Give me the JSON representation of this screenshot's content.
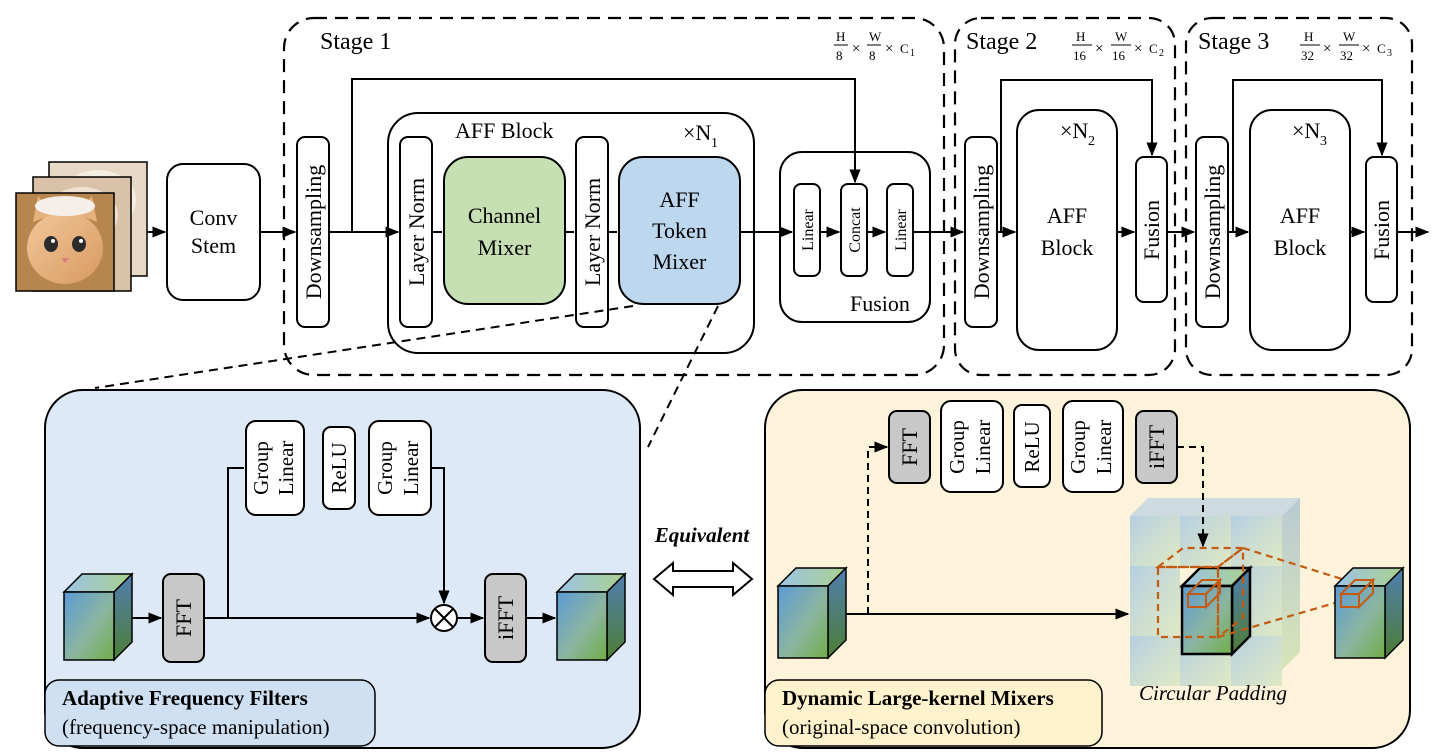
{
  "stage1": {
    "title": "Stage 1",
    "dim": {
      "h": "H",
      "hd": "8",
      "w": "W",
      "wd": "8",
      "c": "C",
      "cs": "1"
    }
  },
  "stage2": {
    "title": "Stage 2",
    "dim": {
      "h": "H",
      "hd": "16",
      "w": "W",
      "wd": "16",
      "c": "C",
      "cs": "2"
    }
  },
  "stage3": {
    "title": "Stage 3",
    "dim": {
      "h": "H",
      "hd": "32",
      "w": "W",
      "wd": "32",
      "c": "C",
      "cs": "3"
    }
  },
  "conv_stem": {
    "line1": "Conv",
    "line2": "Stem"
  },
  "downsampling": "Downsampling",
  "aff_block": {
    "title": "AFF Block",
    "repeat": "×N",
    "repeat_sub": "1",
    "layer_norm": "Layer Norm",
    "channel_mixer": {
      "line1": "Channel",
      "line2": "Mixer"
    },
    "token_mixer": {
      "line1": "AFF",
      "line2": "Token",
      "line3": "Mixer"
    }
  },
  "fusion_block": {
    "title": "Fusion",
    "linear": "Linear",
    "concat": "Concat"
  },
  "stage2_block": {
    "repeat": "×N",
    "repeat_sub": "2",
    "line1": "AFF",
    "line2": "Block",
    "fusion": "Fusion"
  },
  "stage3_block": {
    "repeat": "×N",
    "repeat_sub": "3",
    "line1": "AFF",
    "line2": "Block",
    "fusion": "Fusion"
  },
  "left_panel": {
    "fft": "FFT",
    "group": "Group",
    "linear": "Linear",
    "relu": "ReLU",
    "ifft": "iFFT",
    "caption_title": "Adaptive Frequency Filters",
    "caption_sub": "(frequency-space manipulation)"
  },
  "equivalent": "Equivalent",
  "right_panel": {
    "fft": "FFT",
    "group": "Group",
    "linear": "Linear",
    "relu": "ReLU",
    "ifft": "iFFT",
    "padding_label": "Circular Padding",
    "caption_title": "Dynamic Large-kernel Mixers",
    "caption_sub": "(original-space convolution)"
  },
  "colors": {
    "channel_mixer": "#c6e0b4",
    "token_mixer": "#bdd7ee",
    "left_panel_bg": "#dde9f6",
    "right_panel_bg": "#fdf3da",
    "fft_box": "#c8c8c8",
    "orange": "#c55a11"
  }
}
